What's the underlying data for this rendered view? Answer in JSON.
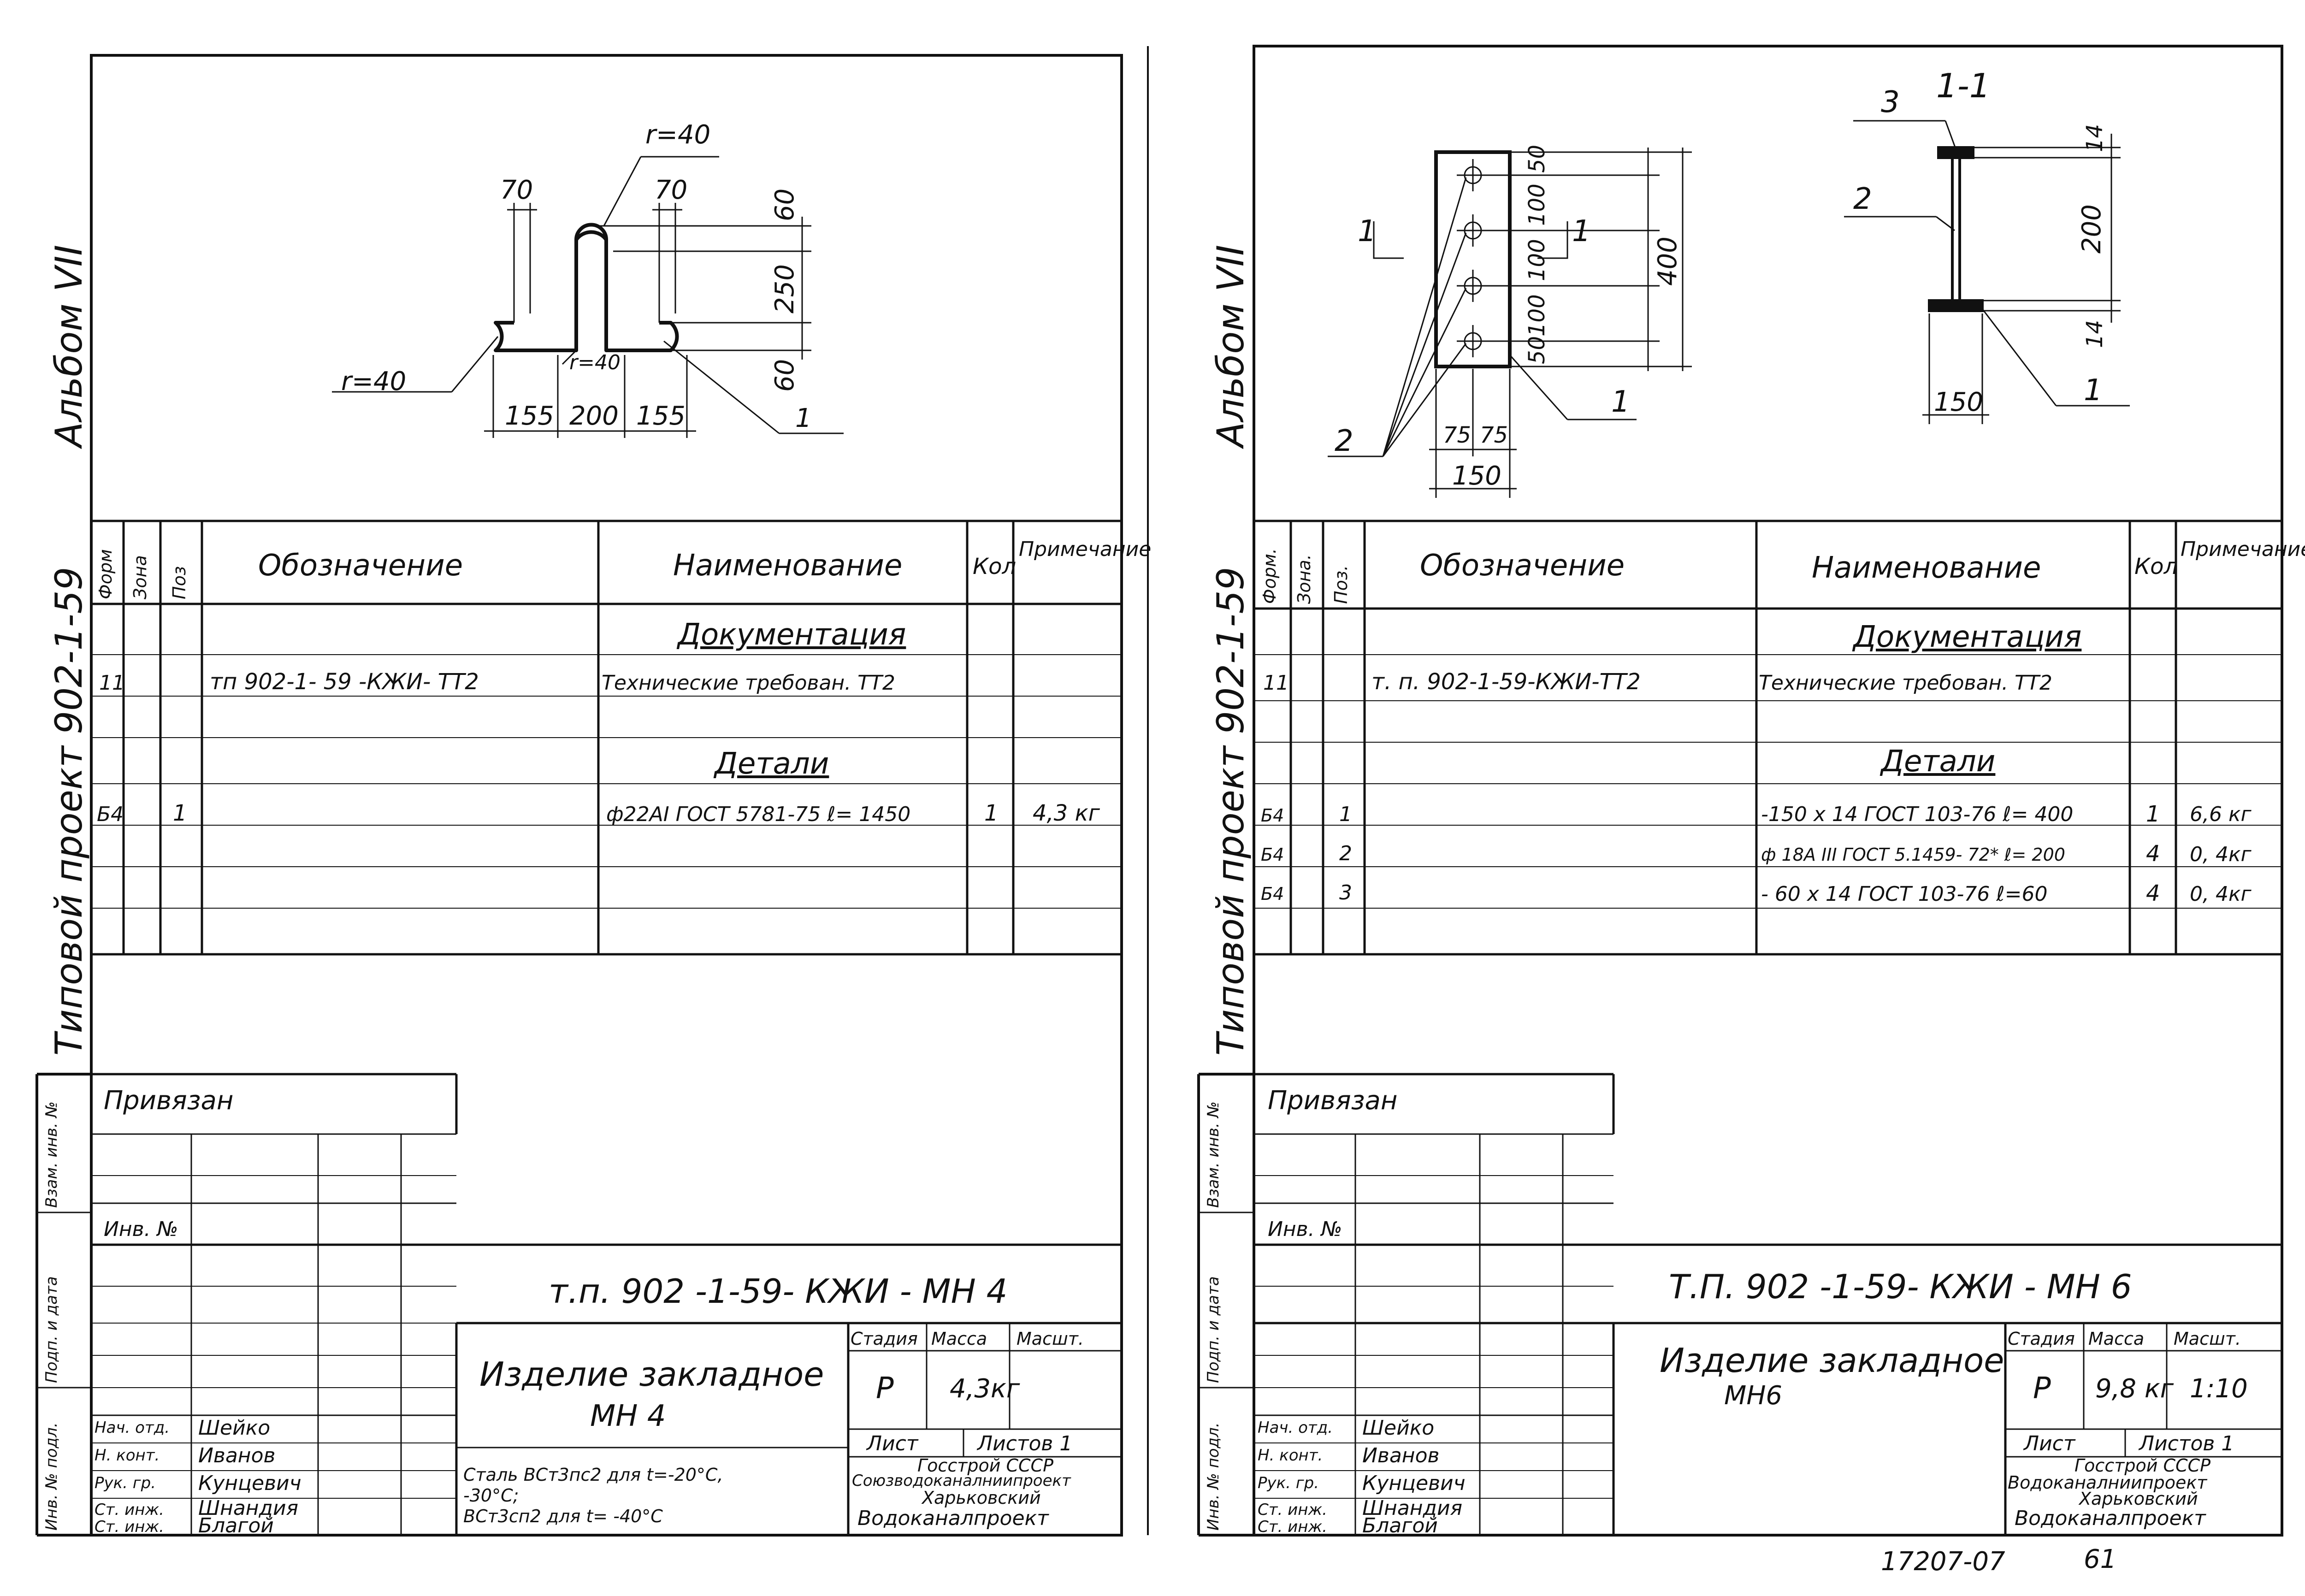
{
  "left": {
    "album": "Альбом VII",
    "project": "Типовой проект 902-1-59",
    "drawing": {
      "r_top": "r=40",
      "r_left": "r=40",
      "r_inner": "r=40",
      "d70a": "70",
      "d70b": "70",
      "d60a": "60",
      "d250": "250",
      "d60b": "60",
      "d155a": "155",
      "d200": "200",
      "d155b": "155",
      "pos1": "1"
    },
    "spec": {
      "headers": {
        "form": "Форм",
        "zone": "Зона",
        "pos": "Поз",
        "designation": "Обозначение",
        "name": "Наименование",
        "qty": "Кол",
        "note": "Примечание"
      },
      "doc_title": "Документация",
      "doc_row": {
        "form": "11",
        "designation": "тп 902-1- 59 -КЖИ- ТТ2",
        "name": "Технические требован. ТТ2"
      },
      "details_title": "Детали",
      "rows": [
        {
          "form": "Б4",
          "pos": "1",
          "name": "ф22АI ГОСТ 5781-75 ℓ= 1450",
          "qty": "1",
          "note": "4,3 кг"
        }
      ]
    },
    "stamp": {
      "privyazan": "Привязан",
      "inv": "Инв. №",
      "side": [
        "Взам. инв. №",
        "Подп. и дата",
        "Инв. № подл."
      ],
      "code": "т.п. 902 -1-59- КЖИ - МН 4",
      "title": "Изделие закладное",
      "subtitle": "МН 4",
      "stage_h": "Стадия",
      "mass_h": "Масса",
      "scale_h": "Масшт.",
      "stage": "Р",
      "mass": "4,3кг",
      "scale": "",
      "sheet": "Лист",
      "sheets": "Листов 1",
      "material": [
        "Сталь ВСт3пс2 для t=-20°С,",
        "-30°С;",
        "ВСт3сп2 для t= -40°С"
      ],
      "org": [
        "Госстрой СССР",
        "Союзводоканалниипроект",
        "Харьковский",
        "Водоканалпроект"
      ],
      "staff": [
        {
          "role": "Нач. отд.",
          "name": "Шейко"
        },
        {
          "role": "Н. конт.",
          "name": "Иванов"
        },
        {
          "role": "Рук. гр.",
          "name": "Кунцевич"
        },
        {
          "role": "Ст. инж.",
          "name": "Шнандия"
        },
        {
          "role": "Ст. инж.",
          "name": "Благой"
        }
      ]
    }
  },
  "right": {
    "album": "Альбом VII",
    "project": "Типовой проект 902-1-59",
    "drawing": {
      "sec_left": "1",
      "sec_right": "1",
      "d50a": "50",
      "d100a": "100",
      "d100b": "100",
      "d100c": "100",
      "d50b": "50",
      "d400": "400",
      "d75a": "75",
      "d75b": "75",
      "d150": "150",
      "pos2a": "2",
      "pos1a": "1",
      "section": "1-1",
      "pos3": "3",
      "pos2b": "2",
      "d14a": "14",
      "d200": "200",
      "d14b": "14",
      "d150b": "150",
      "pos1b": "1"
    },
    "spec": {
      "headers": {
        "form": "Форм.",
        "zone": "Зона.",
        "pos": "Поз.",
        "designation": "Обозначение",
        "name": "Наименование",
        "qty": "Кол",
        "note": "Примечание"
      },
      "doc_title": "Документация",
      "doc_row": {
        "form": "11",
        "designation": "т. п. 902-1-59-КЖИ-ТТ2",
        "name": "Технические требован. ТТ2"
      },
      "details_title": "Детали",
      "rows": [
        {
          "form": "Б4",
          "pos": "1",
          "name": "-150 x 14 ГОСТ 103-76  ℓ=  400",
          "qty": "1",
          "note": "6,6 кг"
        },
        {
          "form": "Б4",
          "pos": "2",
          "name": "ф 18А III ГОСТ 5.1459- 72* ℓ= 200",
          "qty": "4",
          "note": "0, 4кг"
        },
        {
          "form": "Б4",
          "pos": "3",
          "name": "- 60 x 14 ГОСТ 103-76  ℓ=60",
          "qty": "4",
          "note": "0, 4кг"
        }
      ]
    },
    "stamp": {
      "privyazan": "Привязан",
      "inv": "Инв. №",
      "side": [
        "Взам. инв. №",
        "Подп. и дата",
        "Инв. № подл."
      ],
      "code": "Т.П. 902 -1-59- КЖИ - МН 6",
      "title": "Изделие закладное",
      "subtitle": "МН6",
      "stage_h": "Стадия",
      "mass_h": "Масса",
      "scale_h": "Масшт.",
      "stage": "Р",
      "mass": "9,8 кг",
      "scale": "1:10",
      "sheet": "Лист",
      "sheets": "Листов 1",
      "org": [
        "Госстрой СССР",
        "Водоканалниипроект",
        "Харьковский",
        "Водоканалпроект"
      ],
      "staff": [
        {
          "role": "Нач. отд.",
          "name": "Шейко"
        },
        {
          "role": "Н. конт.",
          "name": "Иванов"
        },
        {
          "role": "Рук. гр.",
          "name": "Кунцевич"
        },
        {
          "role": "Ст. инж.",
          "name": "Шнандия"
        },
        {
          "role": "Ст. инж.",
          "name": "Благой"
        }
      ]
    }
  },
  "footer": {
    "archive": "17207-07",
    "page": "61"
  }
}
